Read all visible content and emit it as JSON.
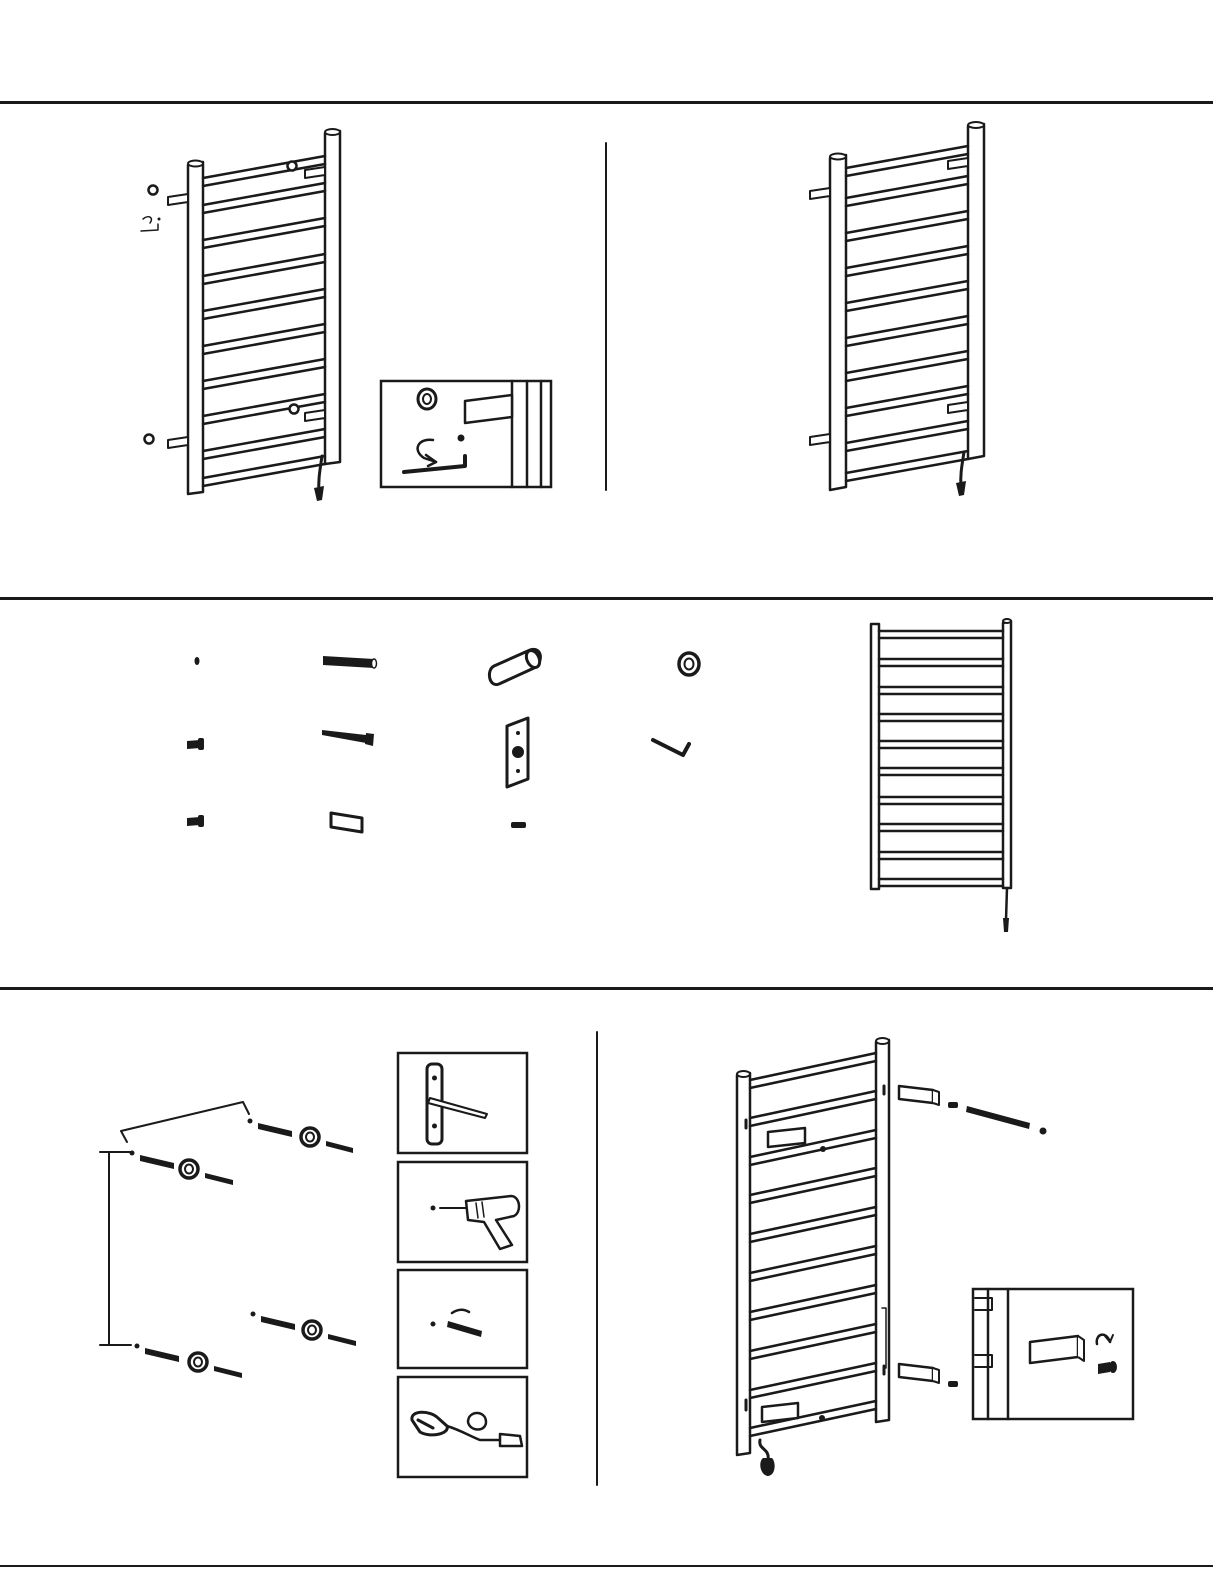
{
  "document": {
    "type": "installation-instructions",
    "sections": [
      {
        "id": "step-mount-view",
        "panels": [
          "rack-with-wall-parts",
          "detail-inset-hex-key",
          "rack-mounted"
        ]
      },
      {
        "id": "parts-list",
        "parts": [
          "small-screw-1",
          "wall-anchor-bar",
          "tube-spacer",
          "ring-nut",
          "short-screw",
          "long-screw",
          "wall-plate",
          "hex-key",
          "small-screw-2",
          "block-bracket",
          "small-pin"
        ]
      },
      {
        "id": "step-install",
        "panels": [
          "wall-hardware-layout",
          "inset-mark-wall",
          "inset-drill",
          "inset-insert-anchor",
          "inset-plug-cable",
          "rack-attach-brackets",
          "detail-inset-bracket-screw"
        ]
      }
    ]
  },
  "colors": {
    "ink": "#1a1a1a",
    "paper": "#ffffff"
  },
  "icons": [
    "towel-rack-icon",
    "hex-key-icon",
    "drill-icon",
    "plug-icon",
    "screw-icon",
    "anchor-icon",
    "bracket-icon",
    "wall-plate-icon",
    "ring-nut-icon",
    "tube-icon"
  ]
}
